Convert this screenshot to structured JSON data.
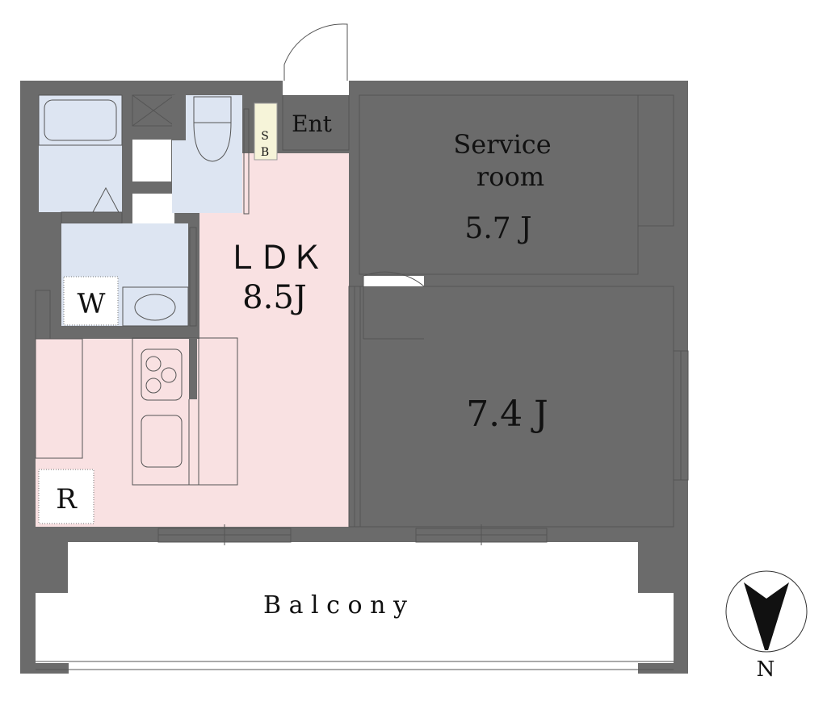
{
  "rooms": {
    "ldk": {
      "name": "ＬＤＫ",
      "size": "8.5J"
    },
    "service_room": {
      "name_line1": "Service",
      "name_line2": "room",
      "size": "5.7 J"
    },
    "bedroom": {
      "size": "7.4 J"
    },
    "entrance": {
      "name": "Ent"
    },
    "shoe_box": {
      "line1": "S",
      "line2": "B"
    },
    "washer": {
      "name": "W"
    },
    "refrigerator": {
      "name": "R"
    },
    "balcony": {
      "name": "B a l c o n y"
    }
  },
  "compass": {
    "direction": "N"
  },
  "colors": {
    "wall": "#6b6b6b",
    "ldk": "#f9e1e2",
    "wet_area": "#dde5f2",
    "bedroom": "#ece8de",
    "shoe_box": "#f6f4d9"
  }
}
